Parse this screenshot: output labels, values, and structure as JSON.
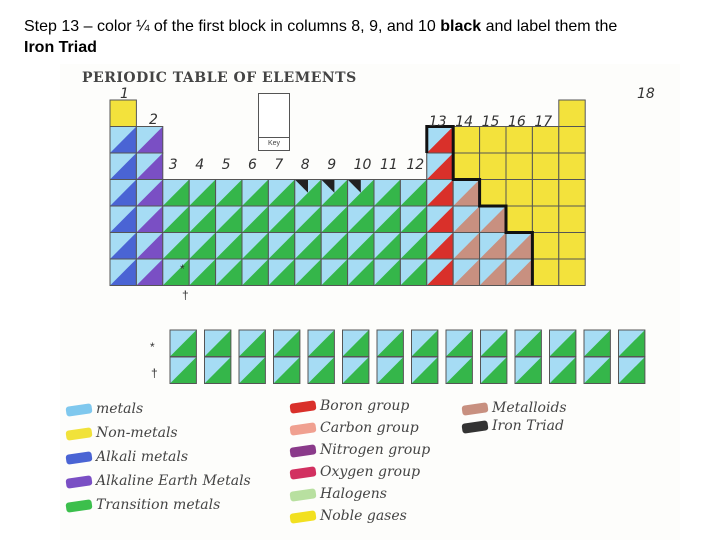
{
  "instruction": {
    "line1_prefix": "Step 13 – color ¼ of the first block in columns 8, 9, and 10 ",
    "line1_bold": "black",
    "line1_suffix": " and label them the",
    "line2_bold": "Iron Triad"
  },
  "sheet": {
    "title": "PERIODIC TABLE OF ELEMENTS",
    "key_label": "Key",
    "group_numbers": [
      "1",
      "2",
      "3",
      "4",
      "5",
      "6",
      "7",
      "8",
      "9",
      "10",
      "11",
      "12",
      "13",
      "14",
      "15",
      "16",
      "17",
      "18"
    ],
    "lanthanide_mark": "*",
    "actinide_mark": "†"
  },
  "legend_left": [
    {
      "label": "metals",
      "color": "#7fc8ee"
    },
    {
      "label": "Non-metals",
      "color": "#f1e23a"
    },
    {
      "label": "Alkali metals",
      "color": "#4a64d4"
    },
    {
      "label": "Alkaline Earth Metals",
      "color": "#7a4fc4"
    },
    {
      "label": "Transition metals",
      "color": "#3cbf4c"
    }
  ],
  "legend_mid": [
    {
      "label": "Boron group",
      "color": "#d9302a"
    },
    {
      "label": "Carbon group",
      "color": "#f0a090"
    },
    {
      "label": "Nitrogen group",
      "color": "#8a3a8a"
    },
    {
      "label": "Oxygen group",
      "color": "#d23060"
    },
    {
      "label": "Halogens",
      "color": "#b8e0a0"
    },
    {
      "label": "Noble gases",
      "color": "#f2e020"
    }
  ],
  "legend_right": [
    {
      "label": "Metalloids",
      "color": "#c89080"
    },
    {
      "label": "Iron Triad",
      "color": "#333333"
    }
  ],
  "colors": {
    "blue": "#a6dcf4",
    "yellow": "#f3e23c",
    "alkali": "#4a64d4",
    "alkaline": "#7a4fc4",
    "transition": "#35b64a",
    "boron": "#d9302a",
    "carbon": "#f0a090",
    "metalloid": "#c89080",
    "black": "#222222"
  }
}
